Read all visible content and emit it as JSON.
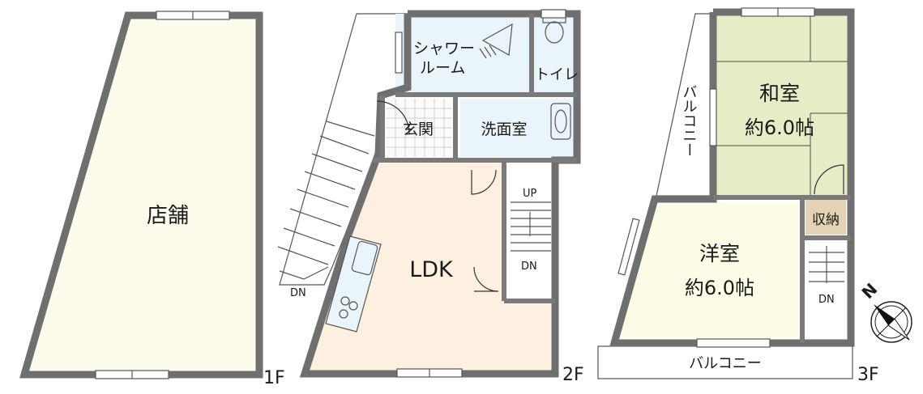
{
  "floors": {
    "first": {
      "label": "1F",
      "rooms": {
        "shop": "店舗"
      },
      "stairs_label": "DN"
    },
    "second": {
      "label": "2F",
      "rooms": {
        "shower_line1": "シャワー",
        "shower_line2": "ルーム",
        "toilet": "トイレ",
        "entrance": "玄関",
        "washroom": "洗面室",
        "ldk": "LDK"
      },
      "stairs_up": "UP",
      "stairs_down": "DN"
    },
    "third": {
      "label": "3F",
      "rooms": {
        "japanese_room": "和室",
        "japanese_size": "約6.0帖",
        "western_room": "洋室",
        "western_size": "約6.0帖",
        "storage": "収納",
        "balcony_side": "バルコニー",
        "balcony_bottom": "バルコニー"
      },
      "stairs_down": "DN"
    }
  },
  "compass": {
    "north_label": "N",
    "icon": "compass-icon"
  },
  "colors": {
    "shop_fill": "#fdfcec",
    "ldk_fill": "#fdf0e0",
    "wet_fill": "#eaf4fb",
    "entrance_fill": "#fbfbfb",
    "japanese_fill": "#e5ecc6",
    "western_fill": "#fdfce6",
    "storage_fill": "#e3d3b4",
    "wall": "#6f6f6f"
  }
}
